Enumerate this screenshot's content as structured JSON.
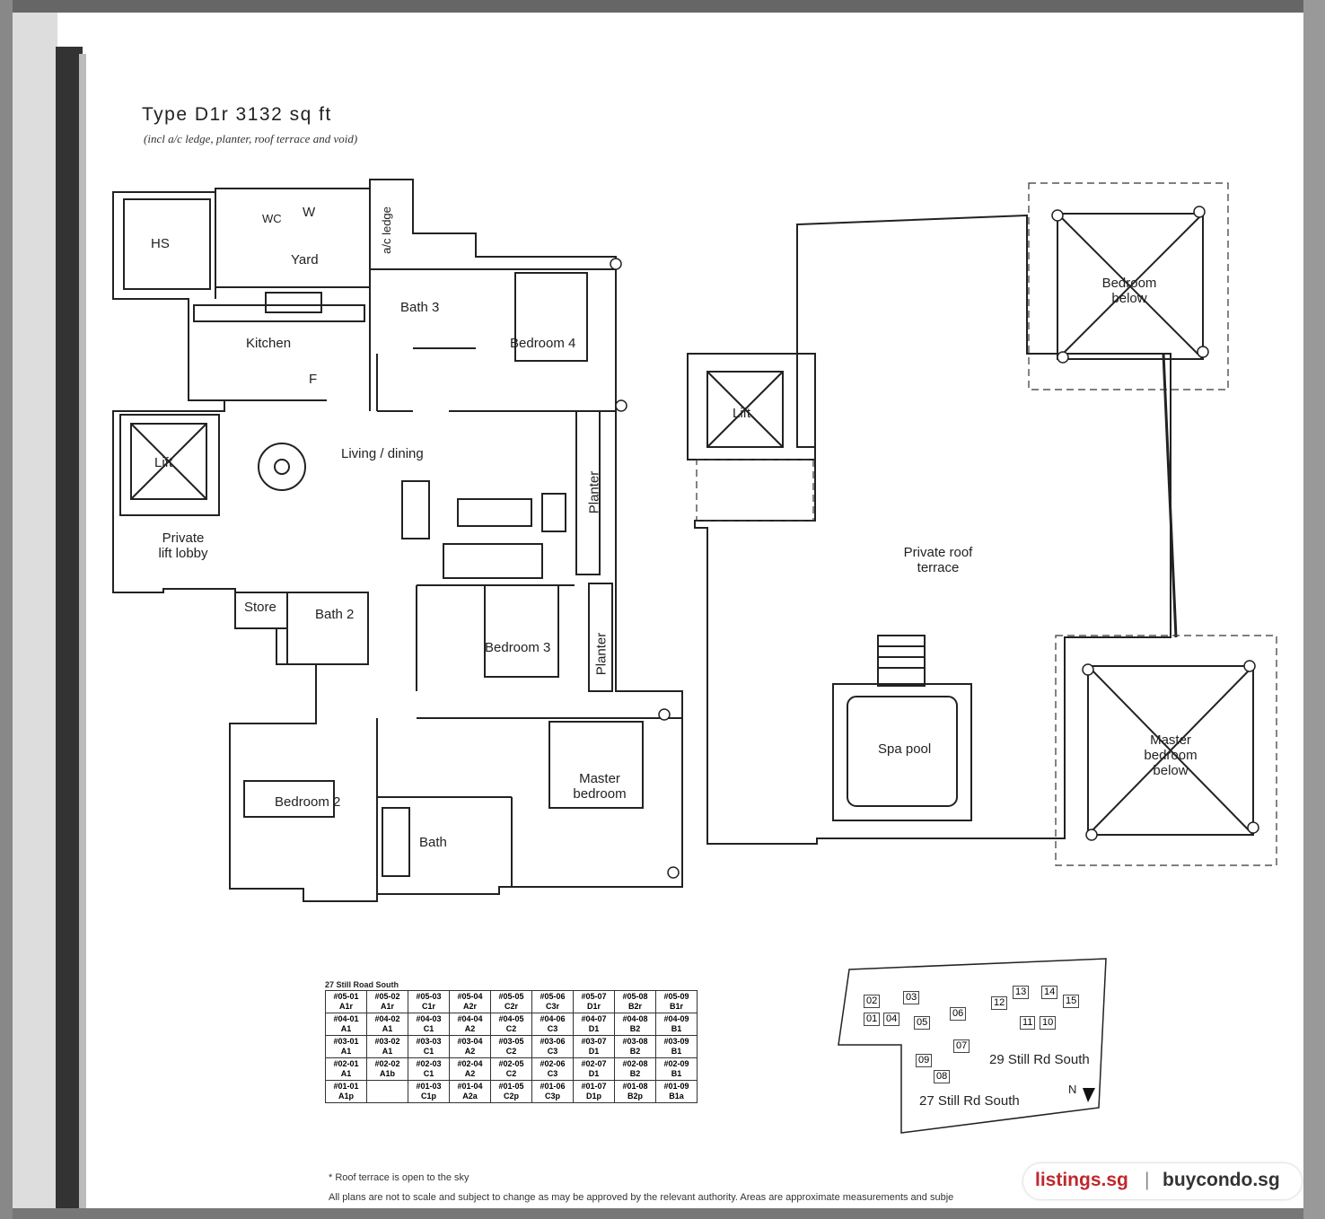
{
  "title": "Type D1r 3132 sq ft",
  "subtitle": "(incl a/c ledge, planter, roof terrace and void)",
  "rooms": {
    "hs": "HS",
    "wc": "WC",
    "w": "W",
    "ac_ledge": "a/c ledge",
    "yard": "Yard",
    "kitchen": "Kitchen",
    "f": "F",
    "bath3": "Bath 3",
    "bedroom4": "Bedroom 4",
    "lift": "Lift",
    "living_dining": "Living / dining",
    "planter": "Planter",
    "private_lift_lobby": "Private lift lobby",
    "store": "Store",
    "bath2": "Bath 2",
    "bedroom3": "Bedroom 3",
    "bedroom2": "Bedroom 2",
    "bath": "Bath",
    "master_bedroom": "Master bedroom",
    "roof_lift": "Lift",
    "private_roof_terrace": "Private roof terrace",
    "spa_pool": "Spa pool",
    "bedroom_below": "Bedroom below",
    "master_bedroom_below": "Master bedroom below"
  },
  "unit_table": {
    "title": "27 Still Road South",
    "rows": [
      [
        [
          "#05-01",
          "A1r"
        ],
        [
          "#05-02",
          "A1r"
        ],
        [
          "#05-03",
          "C1r"
        ],
        [
          "#05-04",
          "A2r"
        ],
        [
          "#05-05",
          "C2r"
        ],
        [
          "#05-06",
          "C3r"
        ],
        [
          "#05-07",
          "D1r"
        ],
        [
          "#05-08",
          "B2r"
        ],
        [
          "#05-09",
          "B1r"
        ]
      ],
      [
        [
          "#04-01",
          "A1"
        ],
        [
          "#04-02",
          "A1"
        ],
        [
          "#04-03",
          "C1"
        ],
        [
          "#04-04",
          "A2"
        ],
        [
          "#04-05",
          "C2"
        ],
        [
          "#04-06",
          "C3"
        ],
        [
          "#04-07",
          "D1"
        ],
        [
          "#04-08",
          "B2"
        ],
        [
          "#04-09",
          "B1"
        ]
      ],
      [
        [
          "#03-01",
          "A1"
        ],
        [
          "#03-02",
          "A1"
        ],
        [
          "#03-03",
          "C1"
        ],
        [
          "#03-04",
          "A2"
        ],
        [
          "#03-05",
          "C2"
        ],
        [
          "#03-06",
          "C3"
        ],
        [
          "#03-07",
          "D1"
        ],
        [
          "#03-08",
          "B2"
        ],
        [
          "#03-09",
          "B1"
        ]
      ],
      [
        [
          "#02-01",
          "A1"
        ],
        [
          "#02-02",
          "A1b"
        ],
        [
          "#02-03",
          "C1"
        ],
        [
          "#02-04",
          "A2"
        ],
        [
          "#02-05",
          "C2"
        ],
        [
          "#02-06",
          "C3"
        ],
        [
          "#02-07",
          "D1"
        ],
        [
          "#02-08",
          "B2"
        ],
        [
          "#02-09",
          "B1"
        ]
      ],
      [
        [
          "#01-01",
          "A1p"
        ],
        [
          "",
          ""
        ],
        [
          "#01-03",
          "C1p"
        ],
        [
          "#01-04",
          "A2a"
        ],
        [
          "#01-05",
          "C2p"
        ],
        [
          "#01-06",
          "C3p"
        ],
        [
          "#01-07",
          "D1p"
        ],
        [
          "#01-08",
          "B2p"
        ],
        [
          "#01-09",
          "B1a"
        ]
      ]
    ]
  },
  "key_plan": {
    "block_numbers": [
      "02",
      "03",
      "01",
      "04",
      "05",
      "06",
      "07",
      "09",
      "08",
      "12",
      "13",
      "14",
      "15",
      "11",
      "10"
    ],
    "label_29": "29 Still Rd South",
    "label_27": "27 Still Rd South",
    "north": "N"
  },
  "footnotes": {
    "note1": "* Roof terrace is open to the sky",
    "note2": "All plans are not to scale and subject to change as may be approved by the relevant authority. Areas are approximate measurements and subje"
  },
  "watermark": {
    "site1": "listings.sg",
    "separator": "|",
    "site2": "buycondo.sg"
  }
}
